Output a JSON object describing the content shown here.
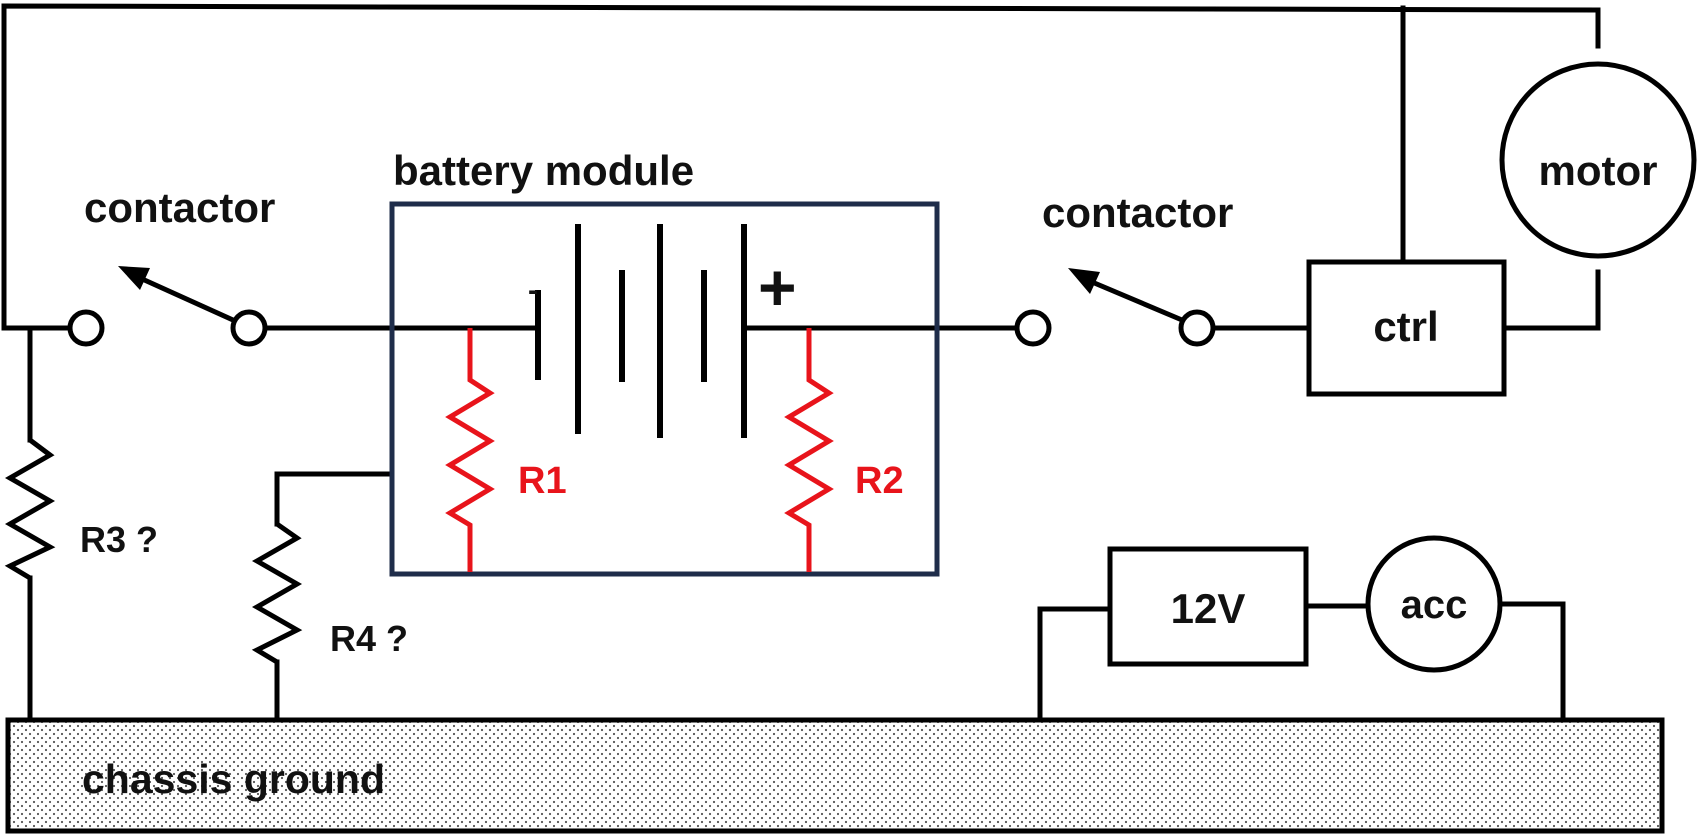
{
  "colors": {
    "wire": "#000000",
    "module_border": "#1f2d4a",
    "sense_resistor": "#e8141b",
    "background": "#ffffff",
    "ground_dots": "#555555"
  },
  "labels": {
    "module_title": "battery module",
    "contactor_left": "contactor",
    "contactor_right": "contactor",
    "motor": "motor",
    "controller": "ctrl",
    "aux_battery": "12V",
    "accessory": "acc",
    "r1": "R1",
    "r2": "R2",
    "r3": "R3 ?",
    "r4": "R4 ?",
    "ground": "chassis ground",
    "plus_sign": "+",
    "minus_sign": "-"
  }
}
